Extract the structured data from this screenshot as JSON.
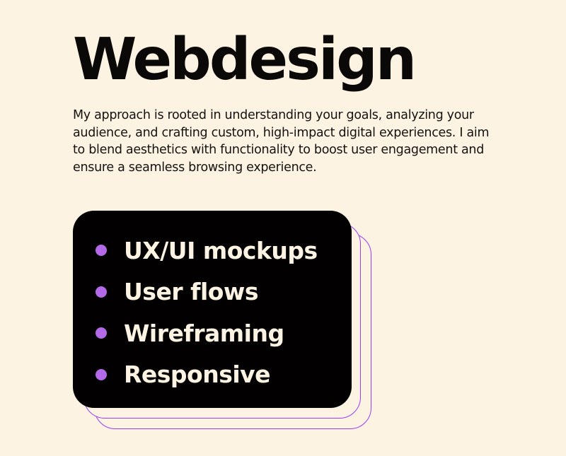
{
  "section": {
    "title": "Webdesign",
    "description": "My approach is rooted in understanding your goals, analyzing your audience, and crafting custom, high-impact digital experiences. I aim to blend aesthetics with functionality to boost user engagement and ensure a seamless browsing experience."
  },
  "services_card": {
    "items": [
      {
        "label": "UX/UI mockups",
        "icon": "bullet-dot-icon"
      },
      {
        "label": "User flows",
        "icon": "bullet-dot-icon"
      },
      {
        "label": "Wireframing",
        "icon": "bullet-dot-icon"
      },
      {
        "label": "Responsive",
        "icon": "bullet-dot-icon"
      }
    ]
  },
  "colors": {
    "background": "#fdf3e2",
    "card": "#020000",
    "accent": "#9b3df2",
    "bullet": "#b46ae8",
    "card_text": "#fcf3e2"
  }
}
